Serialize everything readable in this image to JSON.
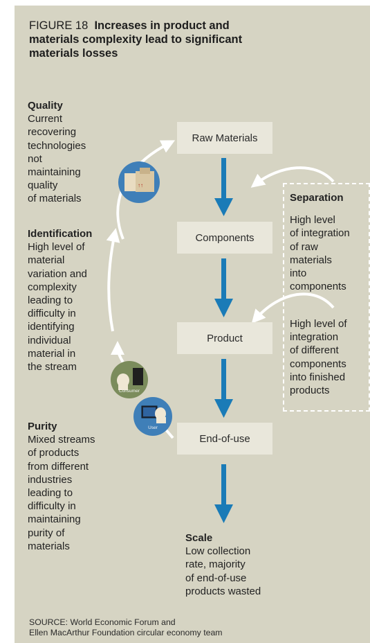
{
  "figure": {
    "label": "FIGURE 18",
    "title": "Increases in product and materials complexity lead to significant materials losses"
  },
  "flow_steps": [
    "Raw Materials",
    "Components",
    "Product",
    "End-of-use"
  ],
  "left_notes": {
    "quality": {
      "heading": "Quality",
      "lines": [
        "Current",
        "recovering",
        "technologies",
        "not",
        "maintaining",
        "quality",
        "of materials"
      ]
    },
    "identification": {
      "heading": "Identification",
      "lines": [
        "High level of",
        "material",
        "variation and",
        "complexity",
        "leading to",
        "difficulty in",
        "identifying",
        "individual",
        "material in",
        "the stream"
      ]
    },
    "purity": {
      "heading": "Purity",
      "lines": [
        "Mixed streams",
        "of products",
        "from different",
        "industries",
        "leading to",
        "difficulty in",
        "maintaining",
        "purity of",
        "materials"
      ]
    }
  },
  "right_notes": {
    "separation": {
      "heading": "Separation",
      "lines": [
        "High level",
        "of integration",
        "of raw",
        "materials",
        "into",
        "components"
      ]
    },
    "integration": {
      "lines": [
        "High level of",
        "integration",
        "of different",
        "components",
        "into finished",
        "products"
      ]
    }
  },
  "scale": {
    "heading": "Scale",
    "lines": [
      "Low collection",
      "rate, majority",
      "of end-of-use",
      "products wasted"
    ]
  },
  "icons": {
    "consumer_label": "Consumer",
    "user_label": "User"
  },
  "colors": {
    "background": "#d6d4c3",
    "flow_arrow": "#1a7bb7",
    "box_fill": "#e9e7db",
    "icon_blue": "#3f7fb8",
    "icon_green": "#7b8c5c"
  },
  "source": {
    "lines": [
      "SOURCE: World Economic Forum and",
      "Ellen MacArthur Foundation circular economy team"
    ]
  }
}
